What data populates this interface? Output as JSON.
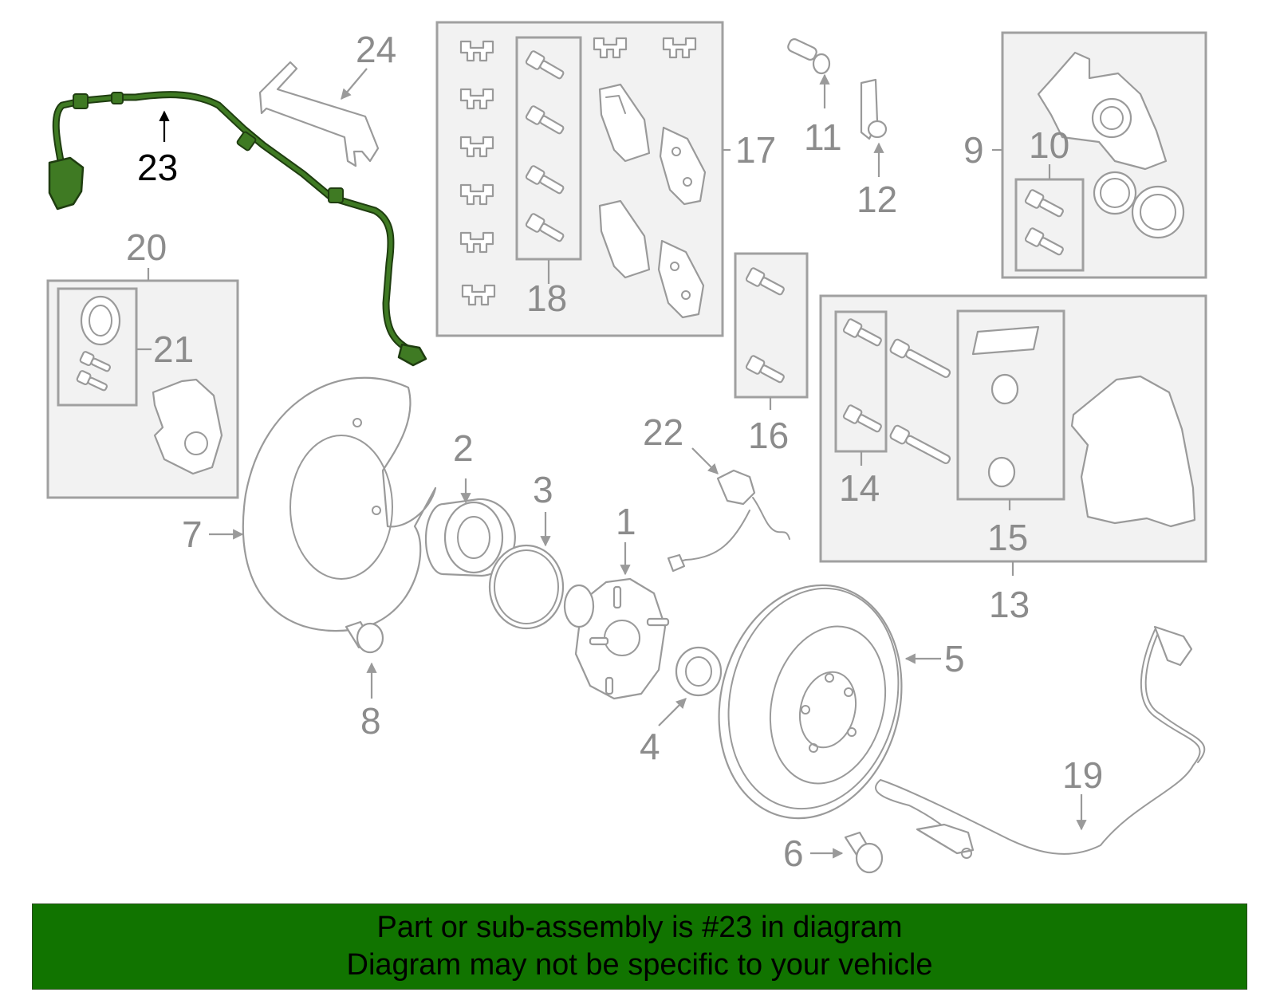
{
  "diagram": {
    "highlight_color": "#3f7a23",
    "highlighted_part": "23",
    "callouts": [
      "1",
      "2",
      "3",
      "4",
      "5",
      "6",
      "7",
      "8",
      "9",
      "10",
      "11",
      "12",
      "13",
      "14",
      "15",
      "16",
      "17",
      "18",
      "19",
      "20",
      "21",
      "22",
      "23",
      "24"
    ]
  },
  "banner": {
    "background": "#117400",
    "line1": "Part or sub-assembly is #23 in diagram",
    "line2": "Diagram may not be specific to your vehicle"
  }
}
